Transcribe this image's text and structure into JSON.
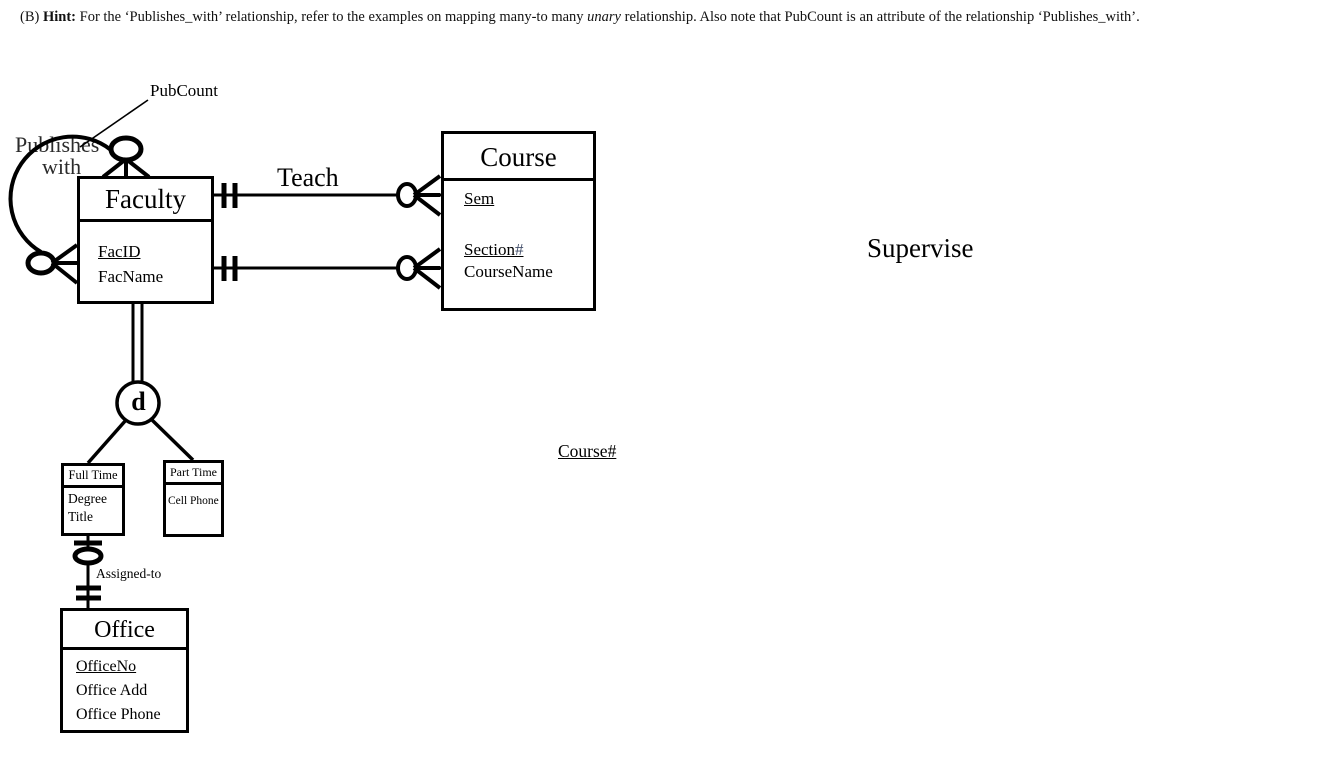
{
  "hint": {
    "prefix": "(B) ",
    "bold": "Hint:",
    "body1": " For the ‘Publishes_with’ relationship, refer to the examples on mapping many-to many ",
    "italic": "unary",
    "body2": " relationship. Also note that PubCount is an attribute of the relationship ‘Publishes_with’."
  },
  "labels": {
    "pubcount": "PubCount",
    "publishes_line1": "Publishes",
    "publishes_line2": "with",
    "teach": "Teach",
    "supervise": "Supervise",
    "course_num": "Course#",
    "assigned_to": "Assigned-to",
    "disjoint": "d"
  },
  "entities": {
    "faculty": {
      "title": "Faculty",
      "attr1": "FacID",
      "attr2": "FacName"
    },
    "course": {
      "title": "Course",
      "attr1": "Sem",
      "attr2": "Section",
      "attr2_suffix": "#",
      "attr3": "CourseName"
    },
    "full_time": {
      "title": "Full Time",
      "attr1": "Degree",
      "attr2": "Title"
    },
    "part_time": {
      "title": "Part Time",
      "attr1": "Cell Phone"
    },
    "office": {
      "title": "Office",
      "attr1": "OfficeNo",
      "attr2": "Office Add",
      "attr3": "Office Phone"
    }
  },
  "colors": {
    "ink": "#000000",
    "hash_accent": "#44506b",
    "background": "#ffffff"
  }
}
